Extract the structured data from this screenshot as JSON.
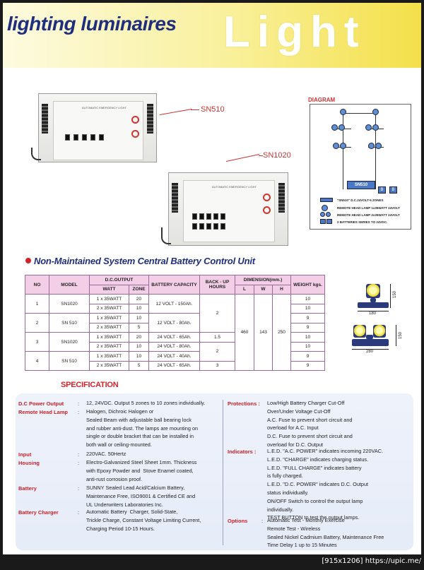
{
  "header": {
    "title": "lighting luminaires",
    "decor_word": "Light"
  },
  "products": {
    "sn510_label": "SN510",
    "sn1020_label": "SN1020"
  },
  "diagram": {
    "title": "DIAGRAM",
    "unit_label": "SN510",
    "battery_label": "B",
    "notes": [
      "\"SN510\" D.C.24VOLT-5 ZONES",
      "REMOTE HEAD LAMP 1x35WATT 24VOLT",
      "REMOTE HEAD LAMP 2x35WATT 24VOLT",
      "2 BATTERIES SERIES TO 24VDC."
    ]
  },
  "section_title": "Non-Maintained System Central Battery Control Unit",
  "table": {
    "headers": {
      "no": "NO",
      "model": "MODEL",
      "dc_output": "D.C.OUTPUT",
      "watt": "WATT",
      "zone": "ZONE",
      "battery": "BATTERY CAPACITY",
      "backup": "BACK - UP HOURS",
      "dimension": "DIMENSION(mm.)",
      "l": "L",
      "w": "W",
      "h": "H",
      "weight": "WEIGHT kgs."
    },
    "groups": [
      {
        "no": "1",
        "model": "SN1020",
        "rows": [
          {
            "watt": "1 x 35WATT",
            "zone": "20",
            "weight": "10"
          },
          {
            "watt": "2 x 35WATT",
            "zone": "10",
            "weight": "10"
          }
        ],
        "battery": "12 VOLT - 150Ah."
      },
      {
        "no": "2",
        "model": "SN 510",
        "rows": [
          {
            "watt": "1 x 35WATT",
            "zone": "10",
            "weight": "9"
          },
          {
            "watt": "2 x 35WATT",
            "zone": "5",
            "weight": "9"
          }
        ],
        "battery": "12 VOLT - 80Ah."
      },
      {
        "no": "3",
        "model": "SN1020",
        "rows": [
          {
            "watt": "1 x 35WATT",
            "zone": "20",
            "weight": "10",
            "battery": "24 VOLT - 65Ah."
          },
          {
            "watt": "2 x 35WATT",
            "zone": "10",
            "weight": "10",
            "battery": "24 VOLT - 80Ah."
          }
        ]
      },
      {
        "no": "4",
        "model": "SN 510",
        "rows": [
          {
            "watt": "1 x 35WATT",
            "zone": "10",
            "weight": "9",
            "battery": "24 VOLT - 40Ah."
          },
          {
            "watt": "2 x 35WATT",
            "zone": "5",
            "weight": "9",
            "battery": "24 VOLT - 65Ah."
          }
        ]
      }
    ],
    "backup": {
      "g12": "2",
      "r5": "1.5",
      "r67": "2",
      "r8": "3"
    },
    "dim": {
      "l": "460",
      "w": "143",
      "h": "250"
    }
  },
  "lamp_dims": {
    "single_w": "180",
    "single_h": "150",
    "twin_w": "280",
    "twin_h": "150"
  },
  "specification": {
    "heading": "SPECIFICATION",
    "dc_output_label": "D.C Power Output",
    "dc_output_text": "12, 24VDC. Output 5 zones to 10 zones individually.",
    "remote_label": "Remote Head Lamp",
    "remote_text": "Halogen, Dichroic Halogen or\nSealed Beam with adjustable ball bearing lock\nand rubber anti-dust. The lamps are mounting on\nsingle or double bracket that can be installed in\nboth wall or ceiling-mounted.",
    "input_label": "Input",
    "input_text": "220VAC. 50Hertz",
    "housing_label": "Housing",
    "housing_text": "Electro-Galvanized Steel Sheet 1mm. Thickness\nwith Epoxy Powder and  Stove Enamel coated,\nanti-rust corrosion proof.",
    "battery_label": "Battery",
    "battery_text": "SUNNY Sealed Lead Acid/Calcium Battery,\nMaintenance Free, ISO9001 & Certified CE and\nUL Underwriters Laboratories Inc.",
    "charger_label": "Battery Charger",
    "charger_text": "Automatic Battery  Charger, Solid-State,\nTrickle Charge, Constant Voltage Limiting Current,\nCharging Period 10-15 Hours.",
    "protections_label": "Protections :",
    "protections_text": "Low/High Battery Charger Cut-Off\nOver/Under Voltage Cut-Off\nA.C. Fuse to prevent short circuit and\noverload for A.C. Input\nD.C. Fuse to prevent short circuit and\noverload for D.C. Output",
    "indicators_label": "Indicators :",
    "indicators_text": "L.E.D. \"A.C. POWER\" indicates incoming 220VAC.\nL.E.D. \"CHARGE\" indicates charging status.\nL.E.D. \"FULL CHARGE\" indicates battery\nis fully charged.\nL.E.D. \"D.C. POWER\" indicates D.C. Output\nstatus individually.\nON/OFF Switch to control the output lamp\nindividually.\nTEST BUTTON to test the output lamps.",
    "options_label": "Options",
    "options_colon": ":",
    "options_text": "Automatic Test - Monthly Exercise\nRemote Test - Wireless\nSealed Nickel Cadmium Battery, Maintenance Free\nTime Delay 1 up to 15 Minutes",
    "colon": ":"
  },
  "watermark": "[915x1206] https://upic.me/"
}
